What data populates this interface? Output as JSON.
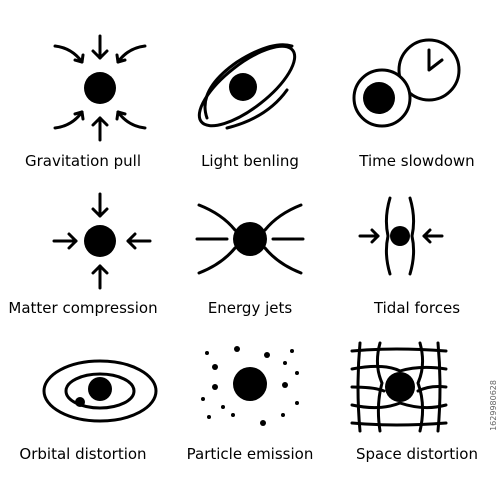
{
  "icons": [
    {
      "name": "gravitation-pull-icon",
      "label": "Gravitation pull"
    },
    {
      "name": "light-bending-icon",
      "label": "Light benling"
    },
    {
      "name": "time-slowdown-icon",
      "label": "Time slowdown"
    },
    {
      "name": "matter-compression-icon",
      "label": "Matter compression"
    },
    {
      "name": "energy-jets-icon",
      "label": "Energy jets"
    },
    {
      "name": "tidal-forces-icon",
      "label": "Tidal forces"
    },
    {
      "name": "orbital-distortion-icon",
      "label": "Orbital distortion"
    },
    {
      "name": "particle-emission-icon",
      "label": "Particle emission"
    },
    {
      "name": "space-distortion-icon",
      "label": "Space distortion"
    }
  ],
  "watermark": "1629980628"
}
